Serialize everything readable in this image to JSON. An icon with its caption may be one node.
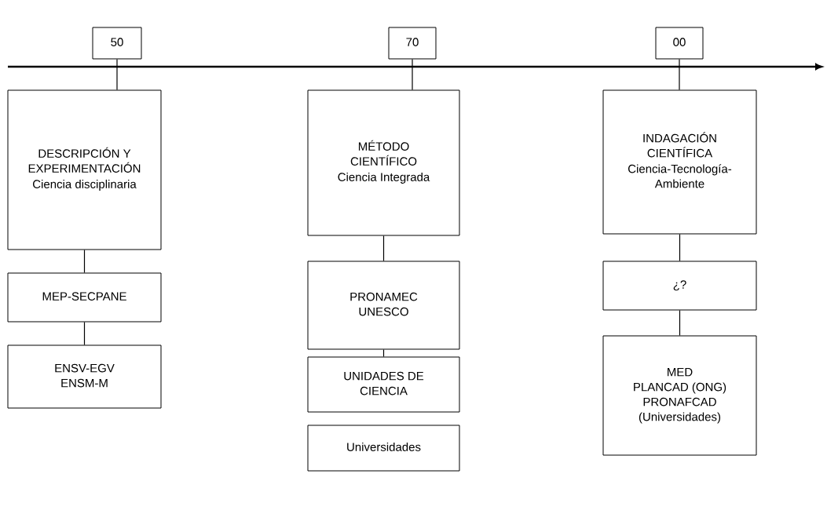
{
  "diagram": {
    "nodes": [
      {
        "text": [
          "50"
        ]
      },
      {
        "text": [
          "70"
        ]
      },
      {
        "text": [
          "00"
        ]
      },
      {
        "text": [
          "DESCRIPCIÓN Y EXPERIMENTACIÓN",
          "Ciencia disciplinaria"
        ]
      },
      {
        "text": [
          "MEP-SECPANE"
        ]
      },
      {
        "text": [
          "ENSV-EGV",
          "ENSM-M"
        ]
      },
      {
        "text": [
          "MÉTODO CIENTÍFICO",
          "Ciencia Integrada"
        ]
      },
      {
        "text": [
          "PRONAMEC",
          "UNESCO"
        ]
      },
      {
        "text": [
          "UNIDADES DE CIENCIA"
        ]
      },
      {
        "text": [
          "Universidades"
        ]
      },
      {
        "text": [
          "INDAGACIÓN CIENTÍFICA",
          "Ciencia-Tecnología-Ambiente"
        ]
      },
      {
        "text": [
          "¿?"
        ]
      },
      {
        "text": [
          "MED",
          "PLANCAD  (ONG)",
          "PRONAFCAD",
          "(Universidades)"
        ]
      }
    ],
    "edges": [
      {
        "from": 0,
        "to": 3,
        "arrow": "none"
      },
      {
        "from": 3,
        "to": 4,
        "arrow": "none"
      },
      {
        "from": 4,
        "to": 5,
        "arrow": "none"
      },
      {
        "from": 1,
        "to": 6,
        "arrow": "none"
      },
      {
        "from": 6,
        "to": 7,
        "arrow": "none"
      },
      {
        "from": 7,
        "to": 8,
        "arrow": "none"
      },
      {
        "from": 2,
        "to": 10,
        "arrow": "none"
      },
      {
        "from": 10,
        "to": 11,
        "arrow": "none"
      },
      {
        "from": 11,
        "to": 12,
        "arrow": "none"
      }
    ]
  }
}
